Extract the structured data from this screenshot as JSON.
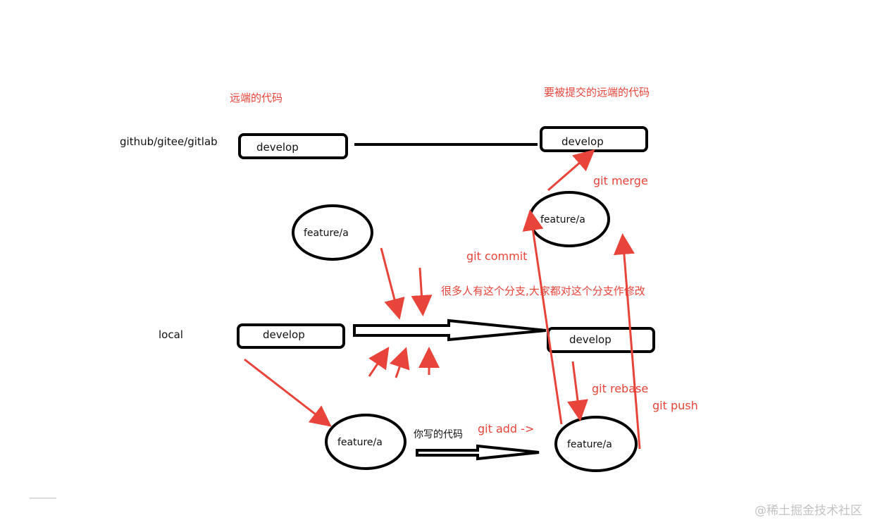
{
  "header_labels": {
    "remote_code": "远端的代码",
    "remote_to_submit": "要被提交的远端的代码"
  },
  "side_labels": {
    "remote": "github/gitee/gitlab",
    "local": "local"
  },
  "nodes": {
    "remote_develop_left": "develop",
    "remote_develop_right": "develop",
    "local_develop_left": "develop",
    "local_develop_right": "develop",
    "feature_top_left": "feature/a",
    "feature_top_right": "feature/a",
    "feature_bottom_left": "feature/a",
    "feature_bottom_right": "feature/a"
  },
  "commands": {
    "git_merge": "git merge",
    "git_commit": "git commit",
    "git_rebase": "git rebase",
    "git_push": "git push",
    "git_add": "git add ->"
  },
  "notes": {
    "many_people": "很多人有这个分支,大家都对这个分支作修改",
    "your_code": "你写的代码"
  },
  "watermark": "@稀土掘金技术社区",
  "colors": {
    "accent_red": "#e8443a",
    "stroke": "#000000"
  }
}
